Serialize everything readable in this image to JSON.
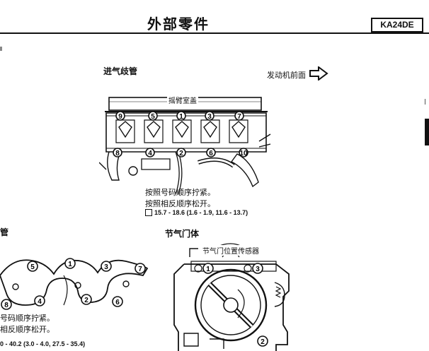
{
  "header": {
    "title": "外部零件",
    "model": "KA24DE"
  },
  "intake": {
    "title": "进气歧管",
    "engine_front": "发动机前面",
    "cover_label": "摇臂室盖",
    "bolts_top": [
      "9",
      "5",
      "1",
      "3",
      "7"
    ],
    "bolts_bottom": [
      "8",
      "4",
      "2",
      "6",
      "10"
    ],
    "note1": "按照号码顺序拧紧。",
    "note2": "按照相反顺序松开。",
    "torque": "15.7 - 18.6 (1.6 - 1.9, 11.6 - 13.7)"
  },
  "exhaust": {
    "title": "管",
    "bolts_top": [
      "5",
      "1",
      "3",
      "7"
    ],
    "bolts_bottom": [
      "8",
      "4",
      "2",
      "6"
    ],
    "note1": "号码顺序拧紧。",
    "note2": "相反顺序松开。",
    "torque": "0 - 40.2 (3.0 - 4.0, 27.5 - 35.4)"
  },
  "throttle": {
    "title": "节气门体",
    "sensor_label": "节气门位置传感器",
    "bolts": [
      "1",
      "3",
      "2"
    ]
  }
}
